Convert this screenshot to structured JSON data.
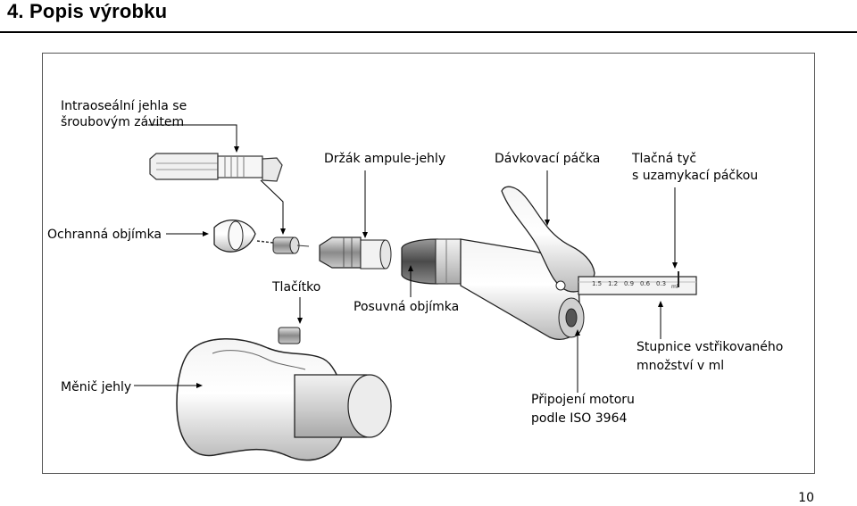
{
  "heading": "4. Popis výrobku",
  "labels": {
    "needle_line1": "Intraoseální jehla se",
    "needle_line2": "šroubovým závitem",
    "holder": "Držák ampule-jehly",
    "dosing_lever": "Dávkovací páčka",
    "push_rod_line1": "Tlačná tyč",
    "push_rod_line2": "s uzamykací páčkou",
    "cap": "Ochranná objímka",
    "button": "Tlačítko",
    "sleeve": "Posuvná objímka",
    "changer": "Měnič jehly",
    "scale_line1": "Stupnice vstřikovaného",
    "scale_line2": "množství v ml",
    "motor_line1": "Připojení motoru",
    "motor_line2": "podle ISO 3964"
  },
  "scale_ticks": [
    "1.5",
    "1.2",
    "0.9",
    "0.6",
    "0.3",
    "ml"
  ],
  "page_number": "10"
}
